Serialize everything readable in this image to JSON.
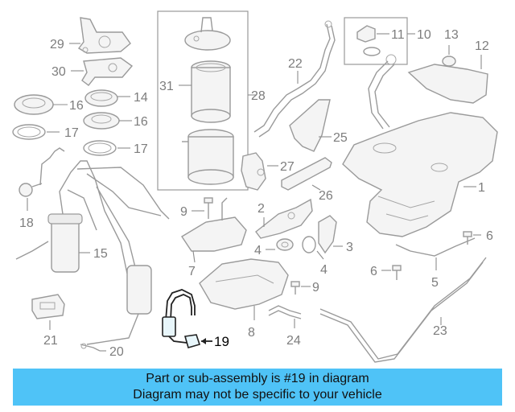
{
  "banner": {
    "line1": "Part or sub-assembly is #19 in diagram",
    "line2": "Diagram may not be specific to your vehicle"
  },
  "callouts": {
    "c29": "29",
    "c30": "30",
    "c16a": "16",
    "c16b": "16",
    "c17a": "17",
    "c17b": "17",
    "c14": "14",
    "c18": "18",
    "c15": "15",
    "c21": "21",
    "c20": "20",
    "c31": "31",
    "c28": "28",
    "c9a": "9",
    "c22": "22",
    "c27": "27",
    "c25": "25",
    "c26": "26",
    "c11": "11",
    "c10": "10",
    "c13": "13",
    "c12": "12",
    "c1": "1",
    "c2": "2",
    "c4a": "4",
    "c4b": "4",
    "c3": "3",
    "c7": "7",
    "c9b": "9",
    "c8": "8",
    "c24": "24",
    "c23": "23",
    "c6a": "6",
    "c6b": "6",
    "c5": "5",
    "c19": "19"
  },
  "highlight_color": "#4fc3f7"
}
